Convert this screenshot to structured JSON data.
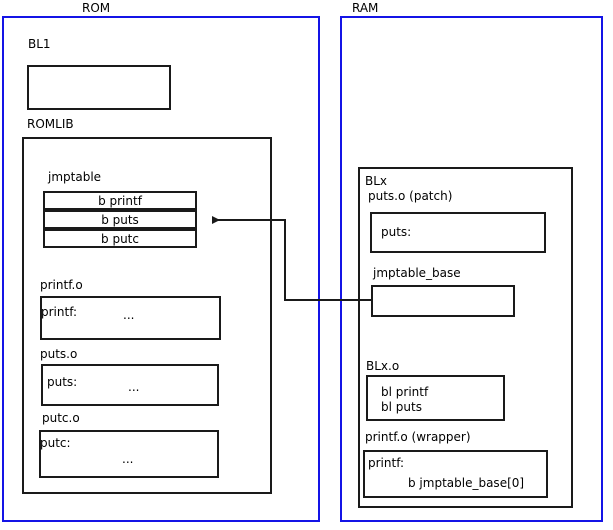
{
  "diagram": {
    "title_hidden": "",
    "colors": {
      "region_border": "#1414e6",
      "box_border": "#1a1a1a",
      "background": "#ffffff",
      "text": "#000000"
    },
    "regions": [
      {
        "id": "rom",
        "label": "ROM"
      },
      {
        "id": "ram",
        "label": "RAM"
      }
    ],
    "rom": {
      "bl1": {
        "label": "BL1"
      },
      "romlib": {
        "label": "ROMLIB",
        "jmptable": {
          "label": "jmptable",
          "entries": [
            "b printf",
            "b puts",
            "b putc"
          ]
        },
        "objects": [
          {
            "label": "printf.o",
            "symbol": "printf:",
            "body": "..."
          },
          {
            "label": "puts.o",
            "symbol": "puts:",
            "body": "..."
          },
          {
            "label": "putc.o",
            "symbol": "putc:",
            "body": "..."
          }
        ]
      }
    },
    "ram": {
      "blx": {
        "label": "BLx",
        "patch": {
          "label": "puts.o (patch)",
          "symbol": "puts:"
        },
        "jmptable_base": {
          "label": "jmptable_base",
          "content": ""
        },
        "blx_o": {
          "label": "BLx.o",
          "line1": "bl printf",
          "line2": "bl puts"
        },
        "printf_wrapper": {
          "label": "printf.o (wrapper)",
          "symbol": "printf:",
          "instruction": "b jmptable_base[0]"
        }
      }
    },
    "connector": {
      "name": "jmptable-base-to-b-puts-arrow",
      "from": "jmptable_base",
      "to": "b puts"
    }
  }
}
